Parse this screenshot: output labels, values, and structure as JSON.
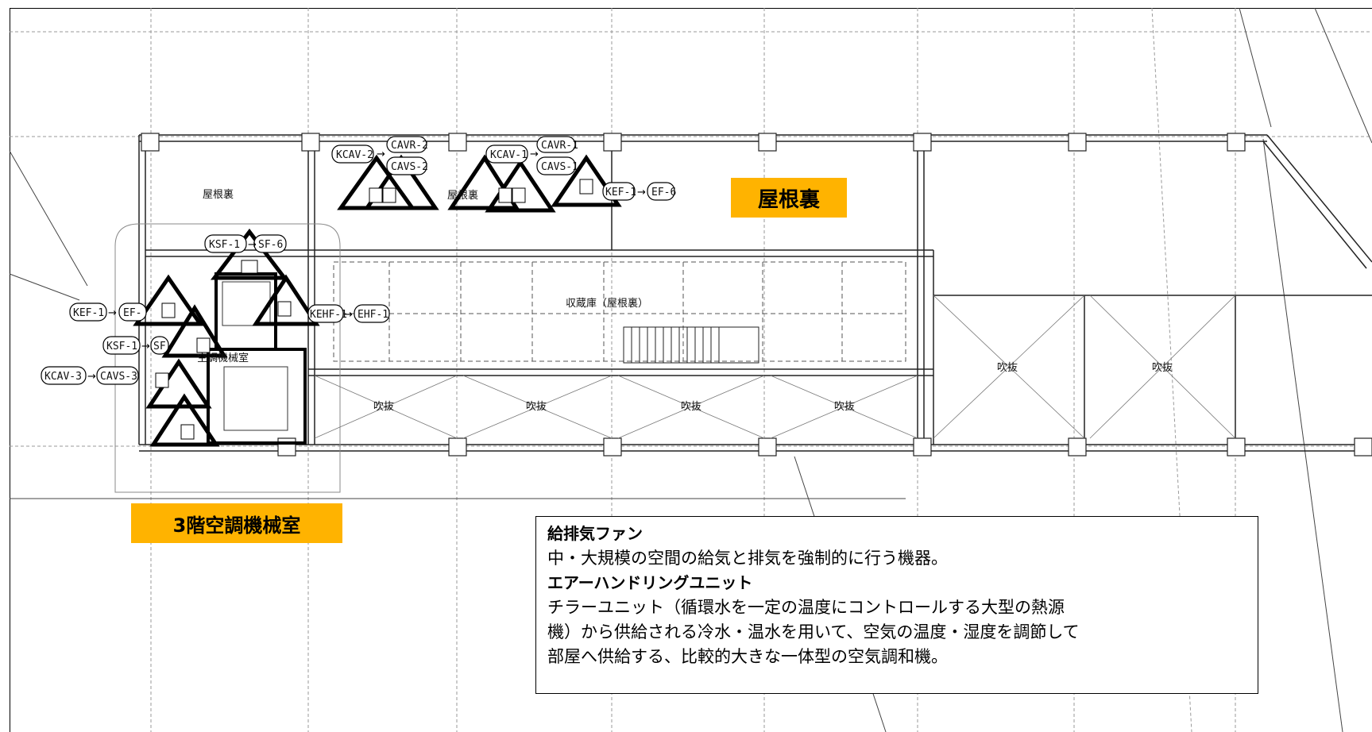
{
  "labels": {
    "roof_space": "屋根裏",
    "mech_room_3f": "3階空調機械室"
  },
  "rooms": {
    "roof_space_left": "屋根裏",
    "roof_space_mid": "屋根裏",
    "storage": "収蔵庫（屋根裏）",
    "ahu_room": "空調機械室",
    "void": "吹抜"
  },
  "tags": {
    "kcav2": "KCAV-2",
    "cavr2": "CAVR-2",
    "cavs2": "CAVS-2",
    "kcav1": "KCAV-1",
    "cavr1": "CAVR-1",
    "cavs1": "CAVS-1",
    "kef1_top": "KEF-1",
    "ef6": "EF-6",
    "ksf1_top": "KSF-1",
    "sf6": "SF-6",
    "kef1_left": "KEF-1",
    "ef": "EF-",
    "ksf1_left": "KSF-1",
    "sf": "SF",
    "kcav3": "KCAV-3",
    "cavs3": "CAVS-3",
    "kehf1": "KEHF-1",
    "ehf1": "EHF-1"
  },
  "legend": {
    "fan_title": "給排気ファン",
    "fan_desc": "中・大規模の空間の給気と排気を強制的に行う機器。",
    "ahu_title": "エアーハンドリングユニット",
    "ahu_desc_1": "チラーユニット（循環水を一定の温度にコントロールする大型の熱源",
    "ahu_desc_2": "機）から供給される冷水・温水を用いて、空気の温度・湿度を調節して",
    "ahu_desc_3": "部屋へ供給する、比較的大きな一体型の空気調和機。"
  },
  "colors": {
    "highlight": "#FFB300",
    "line": "#000000",
    "grid": "#9a9a9a"
  }
}
